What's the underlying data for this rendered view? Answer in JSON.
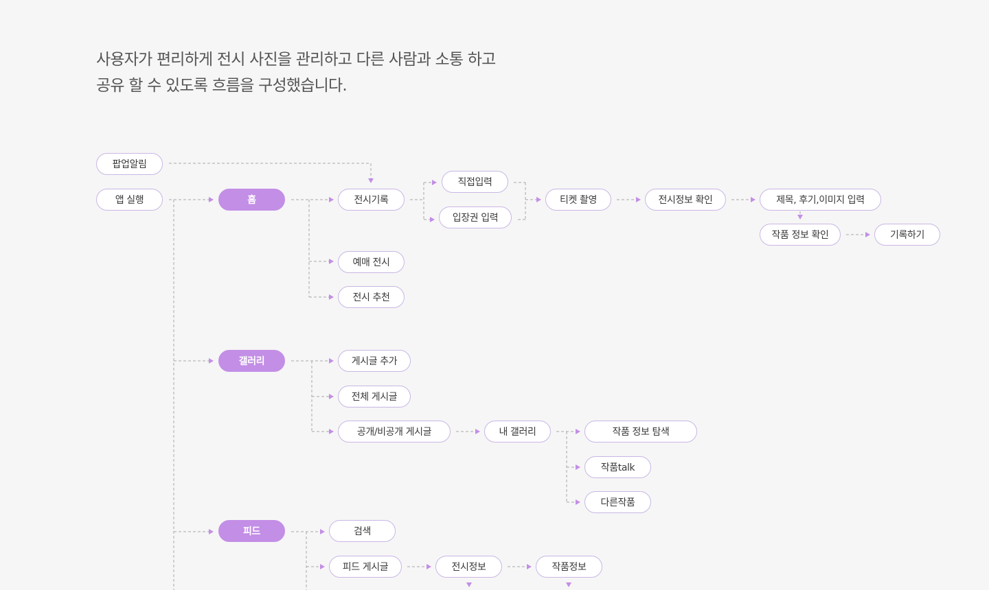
{
  "intro": {
    "line1": "사용자가 편리하게 전시 사진을 관리하고 다른 사람과 소통 하고",
    "line2": "공유 할 수 있도록 흐름을 구성했습니다."
  },
  "colors": {
    "background": "#f6f6f6",
    "accent": "#c38ee6",
    "node_border": "#c9b6e4",
    "line": "#a8a8a8",
    "arrow": "#c38ee6"
  },
  "nodes": {
    "popup": "팝업알림",
    "app_launch": "앱 실행",
    "home": "홈",
    "exhibition_record": "전시기록",
    "direct_input": "직접입력",
    "ticket_input": "입장권 입력",
    "ticket_scan": "티켓 촬영",
    "exhibition_info_check": "전시정보 확인",
    "title_review_image": "제목, 후기,이미지 입력",
    "artwork_info_check": "작품 정보 확인",
    "record": "기록하기",
    "booked_exhibition": "예매 전시",
    "exhibition_recommend": "전시 추천",
    "gallery": "갤러리",
    "add_post": "게시글 추가",
    "all_posts": "전체 게시글",
    "public_private_posts": "공개/비공개 게시글",
    "my_gallery": "내 갤러리",
    "artwork_info_explore": "작품 정보 탐색",
    "artwork_talk": "작품talk",
    "other_artworks": "다른작품",
    "feed": "피드",
    "search": "검색",
    "feed_post": "피드 게시글",
    "exhibition_info": "전시정보",
    "artwork_info": "작품정보"
  }
}
